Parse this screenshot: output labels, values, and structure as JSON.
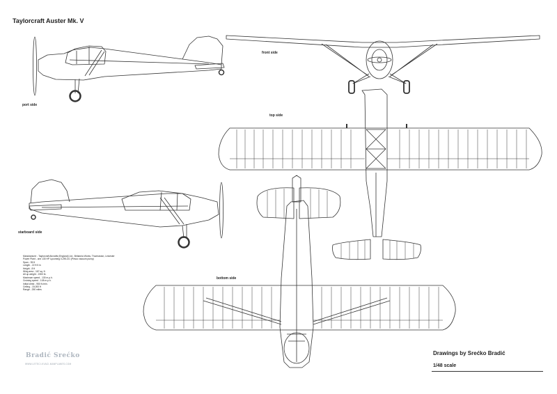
{
  "title": "Taylorcraft Auster Mk. V",
  "views": {
    "front": "front side",
    "port": "port side",
    "top": "top side",
    "starboard": "starboard side",
    "bottom": "bottom side"
  },
  "specs": [
    "Manufacturer - Taylorcraft Aircrafts (England) Ltd., Britannia Works, Thurmaston, Leicester",
    "Power Plant - one 130 HP Lycoming 0-290-3/1 (Pesco vacuum pump)",
    "Span - 35 ft",
    "Length - 22 ft 5 in",
    "Height - 8 ft",
    "Wing area - 167 sq. ft.",
    "All up weight - 1900 lb.",
    "Maximum speed - 130 m.p.h.",
    "Cruising speed - 108 m.p.h.",
    "Initial climb - 950 ft./min.",
    "Ceiling - 15,000 ft",
    "Range - 250 miles"
  ],
  "credit": "Drawings by Srećko Bradić",
  "scale": "1/48 scale",
  "logo": "Bradić Srećko",
  "url": "WWW.LETECI-KVACI-MANPLANES.COM",
  "colors": {
    "line": "#333333",
    "logo": "#aeb6bf",
    "background": "#ffffff"
  }
}
